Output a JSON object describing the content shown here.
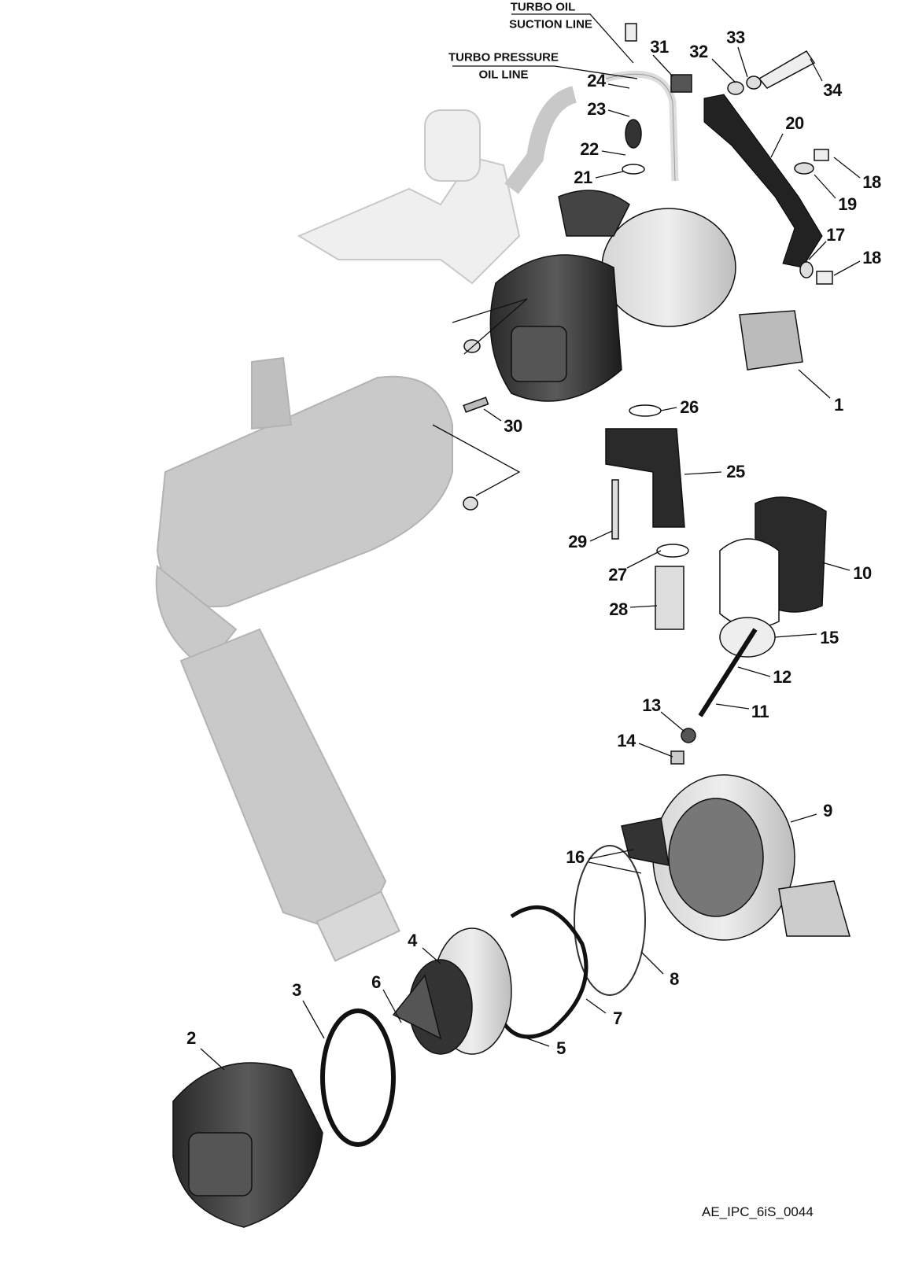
{
  "notes": {
    "turbo_oil_suction_line": [
      "TURBO OIL",
      "SUCTION LINE"
    ],
    "turbo_pressure_oil_line": [
      "TURBO PRESSURE",
      "OIL LINE"
    ]
  },
  "callouts": [
    "31",
    "32",
    "33",
    "34",
    "24",
    "23",
    "22",
    "21",
    "20",
    "18",
    "19",
    "17",
    "18",
    "1",
    "26",
    "30",
    "25",
    "10",
    "29",
    "27",
    "28",
    "15",
    "12",
    "11",
    "13",
    "14",
    "9",
    "16",
    "4",
    "6",
    "3",
    "2",
    "8",
    "7",
    "5"
  ],
  "reference_code": "AE_IPC_6iS_0044"
}
